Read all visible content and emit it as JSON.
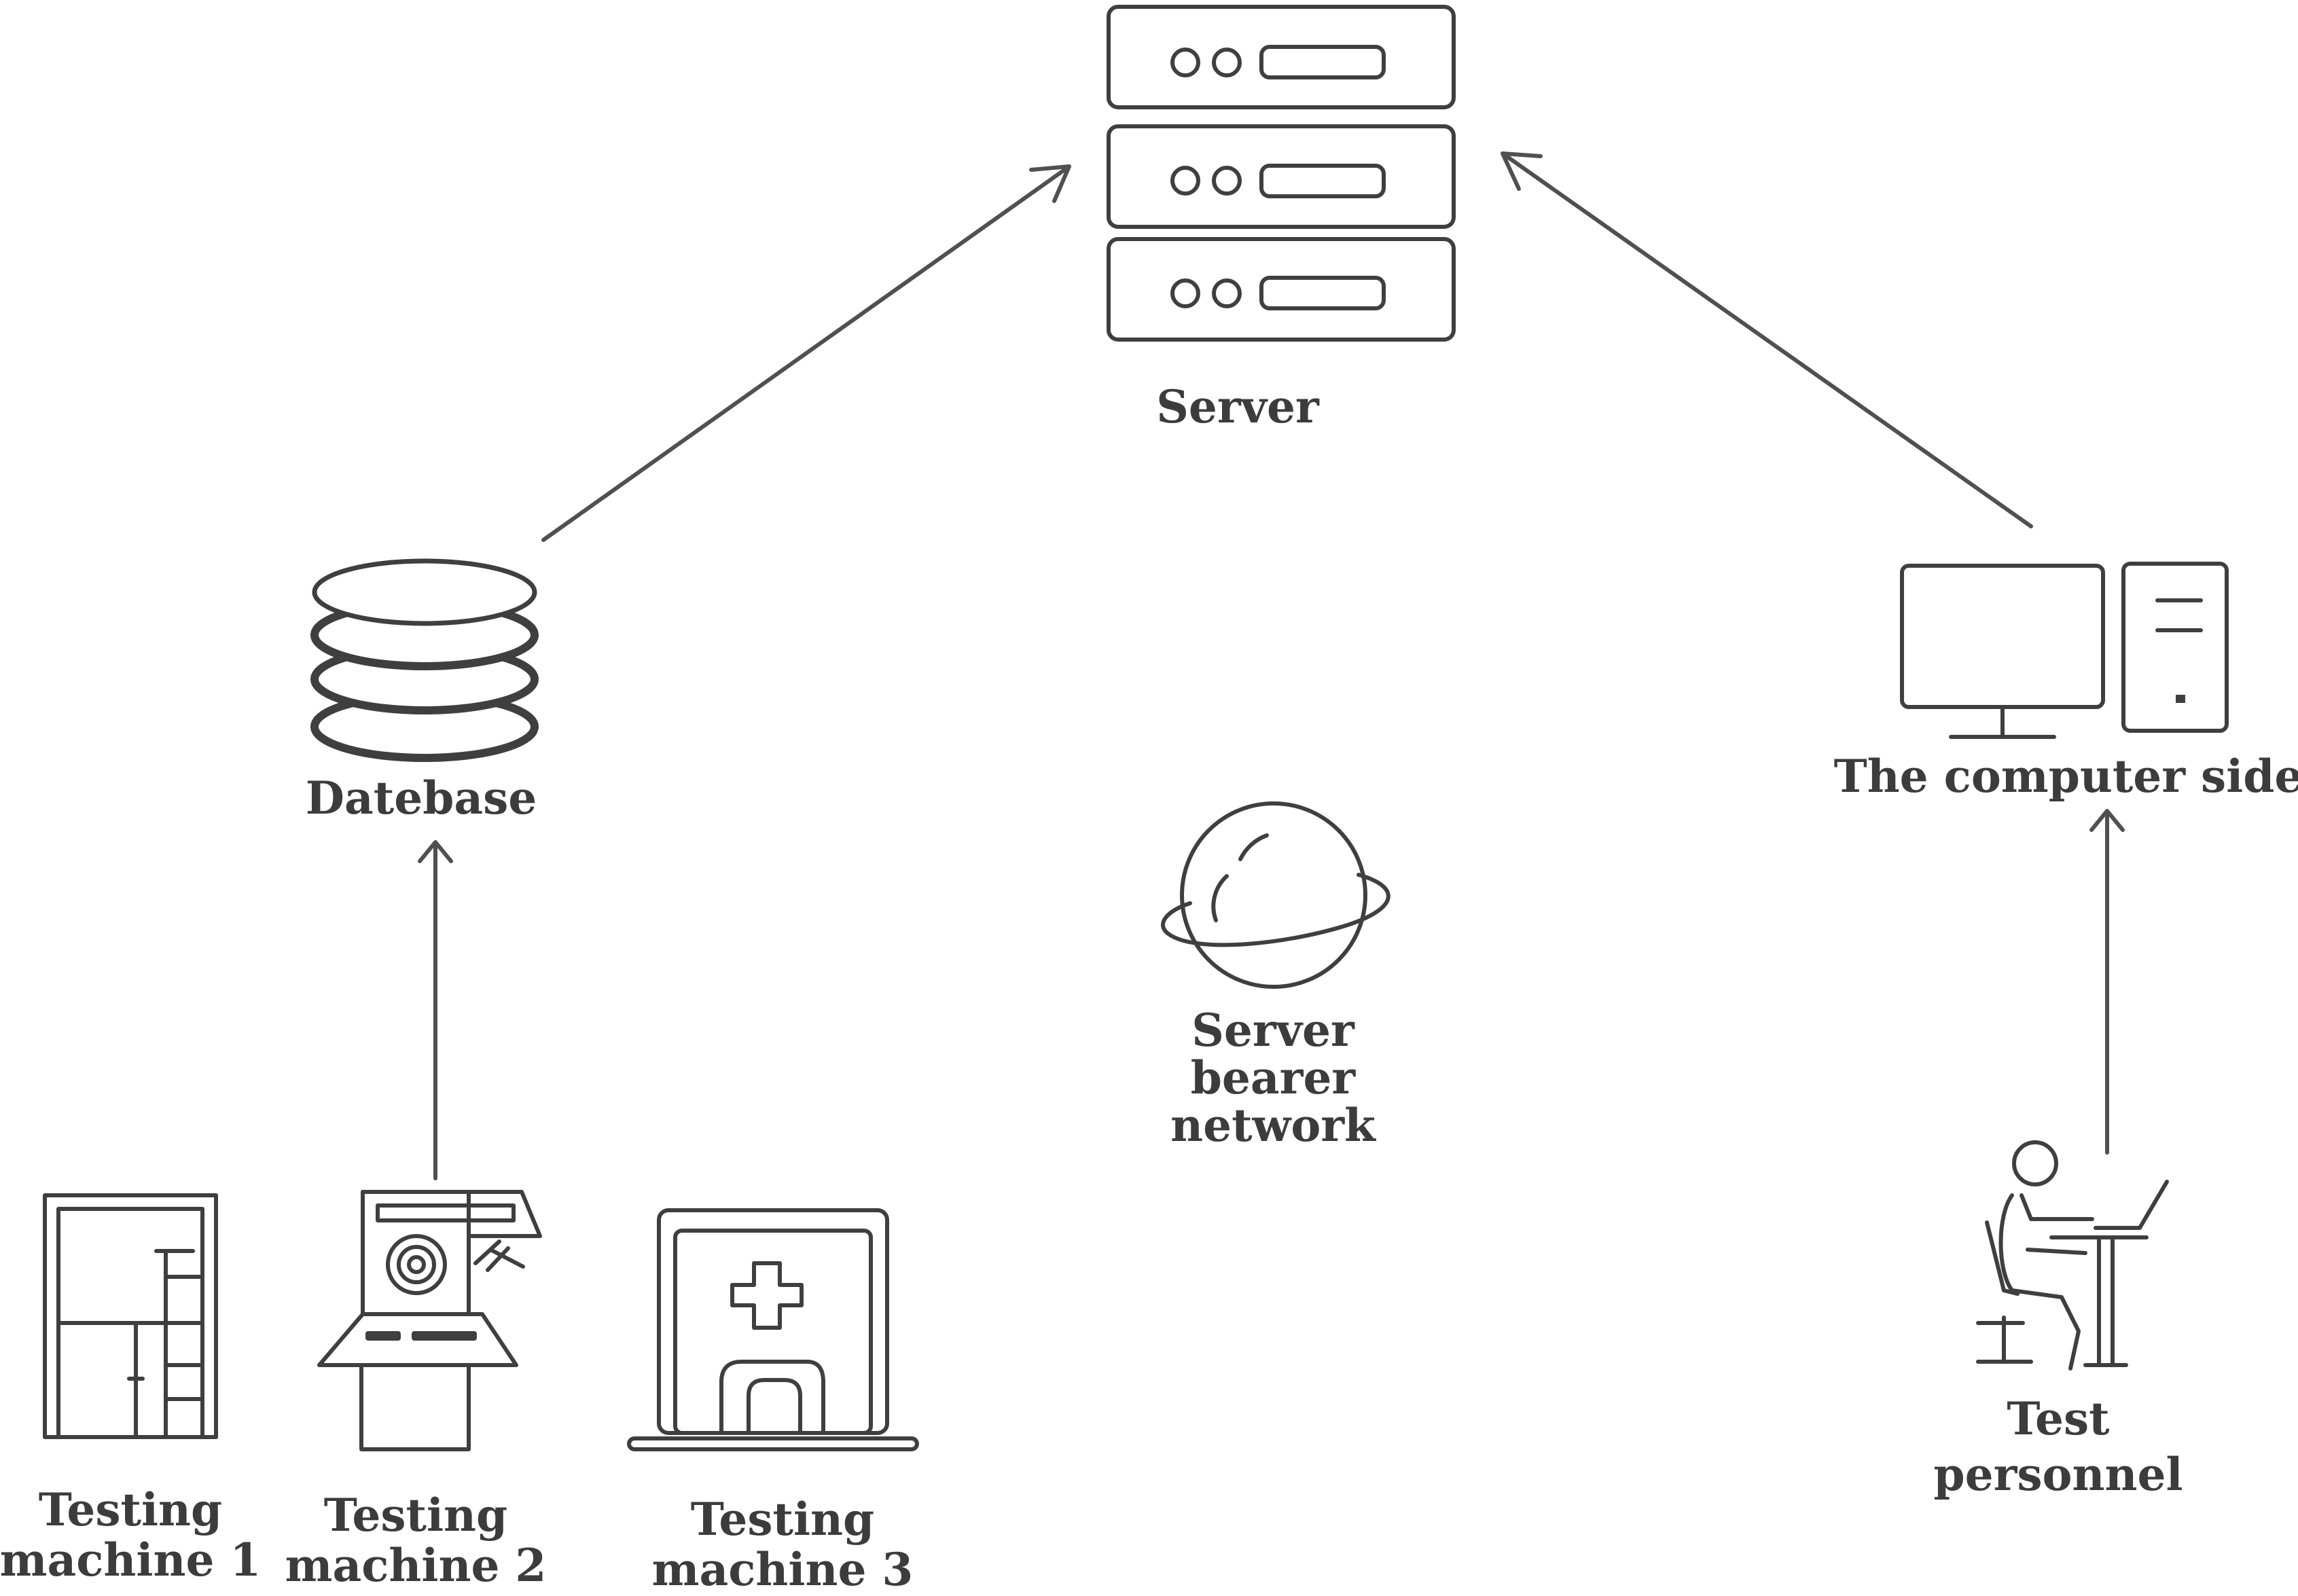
{
  "nodes": {
    "server": {
      "label": "Server",
      "icon": "server-rack-icon"
    },
    "database": {
      "label": "Datebase",
      "icon": "database-icon"
    },
    "computer_side": {
      "label": "The computer side",
      "icon": "desktop-computer-icon"
    },
    "network": {
      "label_lines": [
        "Server",
        "bearer",
        "network"
      ],
      "icon": "planet-network-icon"
    },
    "machine1": {
      "label_lines": [
        "Testing",
        "machine 1"
      ],
      "icon": "testing-machine-cabinet-icon"
    },
    "machine2": {
      "label_lines": [
        "Testing",
        "machine 2"
      ],
      "icon": "testing-machine-console-icon"
    },
    "machine3": {
      "label_lines": [
        "Testing",
        "machine 3"
      ],
      "icon": "testing-machine-medical-icon"
    },
    "personnel": {
      "label_lines": [
        "Test",
        "personnel"
      ],
      "icon": "person-at-laptop-icon"
    }
  },
  "edges": [
    {
      "from": "database",
      "to": "server"
    },
    {
      "from": "computer_side",
      "to": "server"
    },
    {
      "from": "machine2",
      "to": "database"
    },
    {
      "from": "personnel",
      "to": "computer_side"
    }
  ],
  "colors": {
    "stroke": "#3f3f3f",
    "text": "#3c3c3c",
    "background": "#ffffff"
  }
}
